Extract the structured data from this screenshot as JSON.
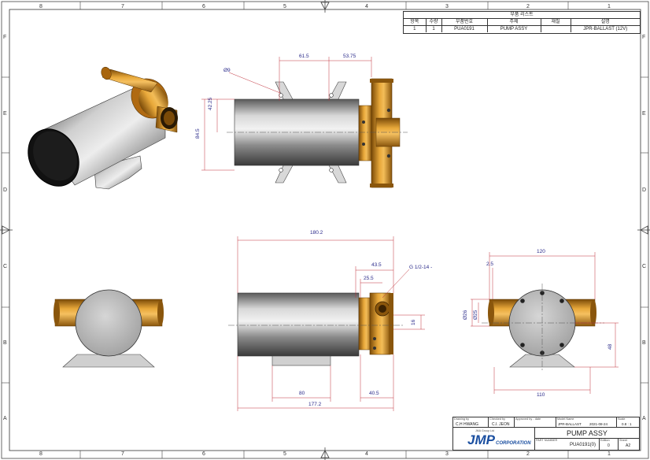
{
  "zones": {
    "top": [
      "8",
      "7",
      "6",
      "5",
      "4",
      "3",
      "2",
      "1"
    ],
    "side": [
      "F",
      "E",
      "D",
      "C",
      "B",
      "A"
    ]
  },
  "parts_list": {
    "title": "부품 리스트",
    "headers": [
      "항목",
      "수량",
      "부품번호",
      "주제",
      "재질",
      "설명"
    ],
    "rows": [
      [
        "1",
        "1",
        "PUA0191",
        "PUMP ASSY",
        "",
        "JPR-BALLAST (12V)"
      ]
    ]
  },
  "dimensions": {
    "top_view": {
      "d1": "61.5",
      "d2": "53.75",
      "hole": "Ø9",
      "h1": "42.25",
      "h2": "84.5"
    },
    "front_view": {
      "overall": "180.2",
      "d1": "43.5",
      "d2": "25.5",
      "thread": "G 1/2-14 -",
      "h1": "16",
      "b1": "80",
      "b2": "40.5",
      "b3": "177.2"
    },
    "side_view": {
      "w1": "120",
      "w2": "2.5",
      "dia1": "Ø26",
      "dia2": "Ø25",
      "h1": "48",
      "w3": "110"
    }
  },
  "title_block": {
    "drawn_by_label": "Drawing by",
    "drawn_by": "C.H HWANG",
    "checked_by_label": "Checked by",
    "checked_by": "C.I. JEON",
    "approved_label": "Approved by - date",
    "approved": "",
    "model_label": "Model Name",
    "model": "JPR-BALLAST",
    "date": "2021-08-24",
    "scale_label": "Scale",
    "scale": "0.8 : 1",
    "title": "PUMP ASSY",
    "part_number_label": "PART NUMBER",
    "part_number": "PUA0191(0)",
    "edition_label": "Edition",
    "edition": "0",
    "sheet_label": "Sheet",
    "sheet": "A2",
    "logo_text": "JMP",
    "logo_sub": "CORPORATION",
    "logo_tagline": "JMA Group Ltd"
  },
  "colors": {
    "brass": "#c8861c",
    "brass_dark": "#7a4a08",
    "steel": "#9a9a9a",
    "dimension": "#c0303a",
    "logo_blue": "#1b4fa0"
  }
}
